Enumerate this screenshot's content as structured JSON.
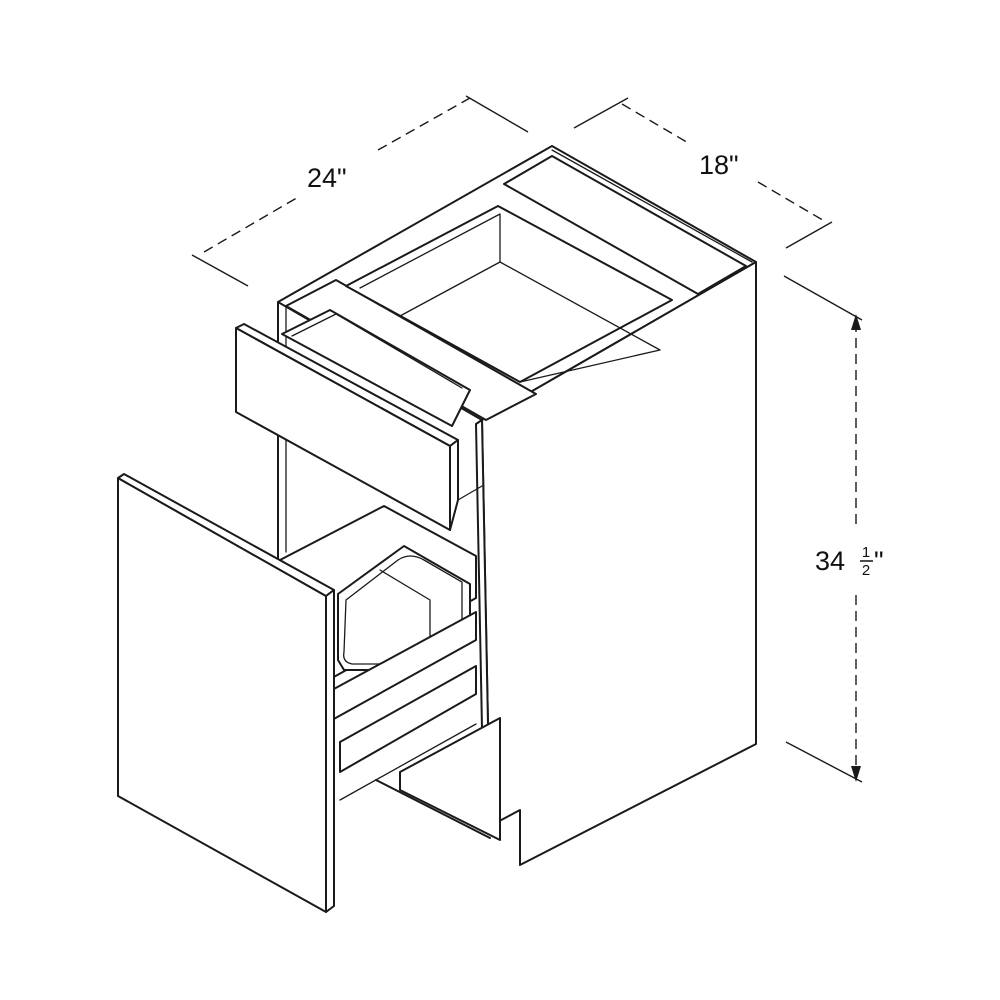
{
  "dimensions": {
    "width": "24\"",
    "depth": "18\"",
    "height_whole": "34",
    "height_num": "1",
    "height_den": "2",
    "height_unit": "\""
  }
}
